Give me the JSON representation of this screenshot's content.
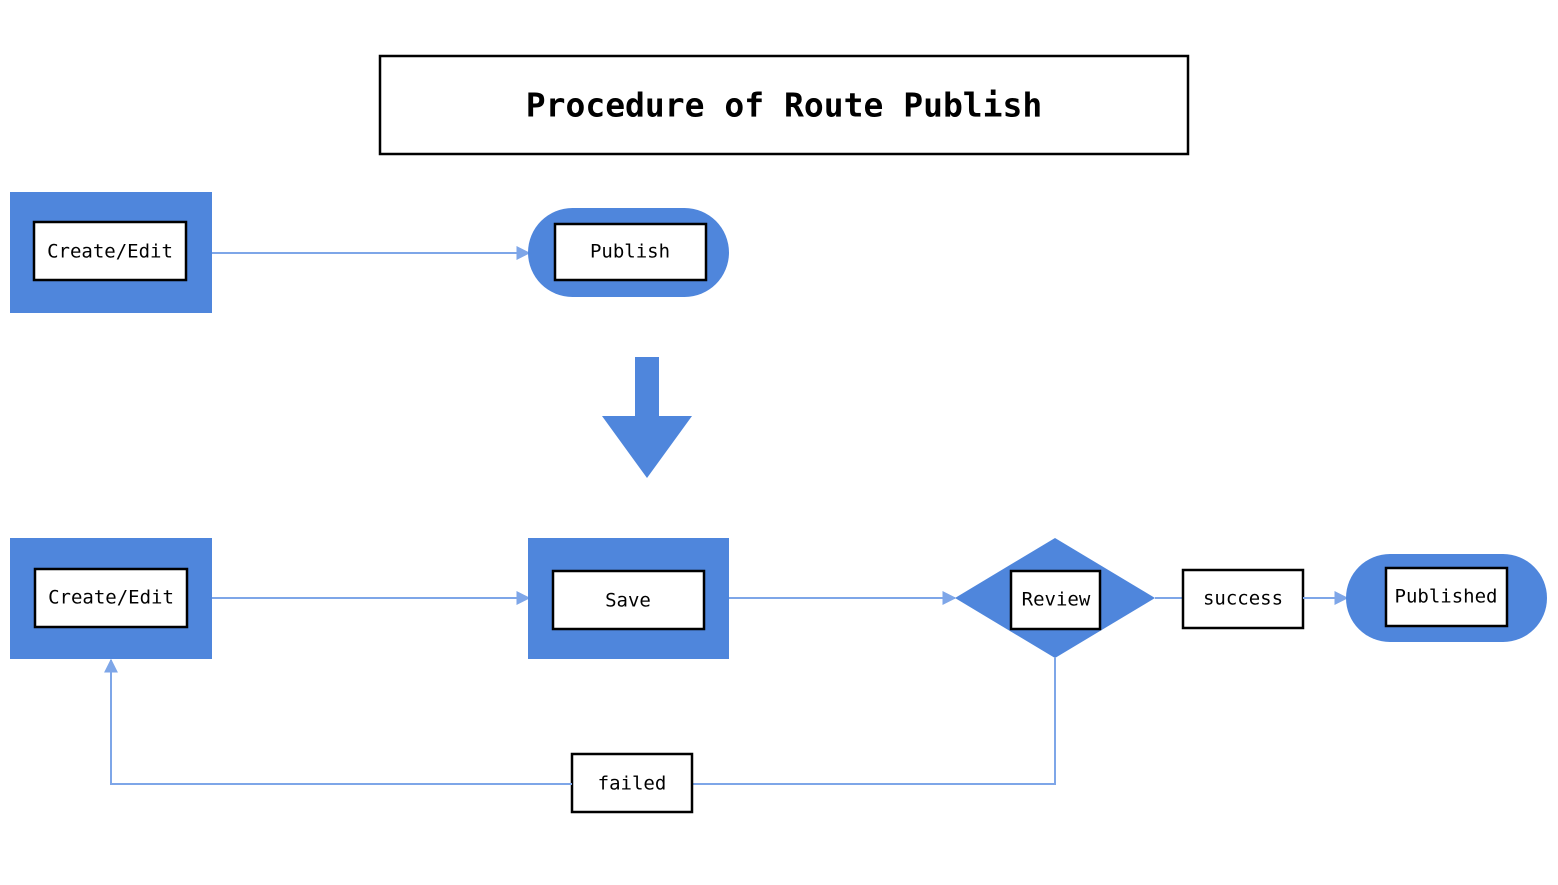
{
  "title": "Procedure of Route Publish",
  "colors": {
    "shape_fill": "#4f86dc",
    "connector": "#7ea6e8",
    "label_border": "#000000",
    "background": "#ffffff"
  },
  "top_flow": {
    "create_edit": "Create/Edit",
    "publish": "Publish"
  },
  "bottom_flow": {
    "create_edit": "Create/Edit",
    "save": "Save",
    "review": "Review",
    "success": "success",
    "published": "Published",
    "failed": "failed"
  },
  "shapes": {
    "create_edit": "rectangle",
    "publish": "terminator",
    "save": "rectangle",
    "review": "decision-diamond",
    "published": "terminator",
    "transition": "down-arrow-icon"
  }
}
